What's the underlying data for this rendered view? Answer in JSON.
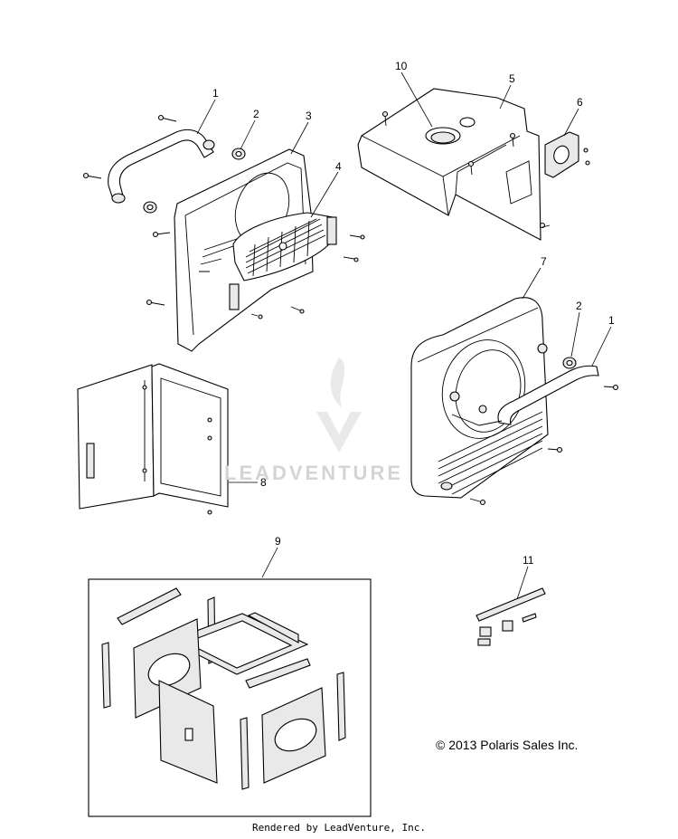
{
  "diagram": {
    "callouts": [
      {
        "id": "1",
        "label": "1"
      },
      {
        "id": "2",
        "label": "2"
      },
      {
        "id": "3",
        "label": "3"
      },
      {
        "id": "4",
        "label": "4"
      },
      {
        "id": "5",
        "label": "5"
      },
      {
        "id": "6",
        "label": "6"
      },
      {
        "id": "7",
        "label": "7"
      },
      {
        "id": "1b",
        "label": "1"
      },
      {
        "id": "2b",
        "label": "2"
      },
      {
        "id": "8",
        "label": "8"
      },
      {
        "id": "9",
        "label": "9"
      },
      {
        "id": "10",
        "label": "10"
      },
      {
        "id": "11",
        "label": "11"
      }
    ],
    "watermark": "LEADVENTURE",
    "copyright": "© 2013 Polaris Sales Inc.",
    "footer": "Rendered by LeadVenture, Inc."
  }
}
